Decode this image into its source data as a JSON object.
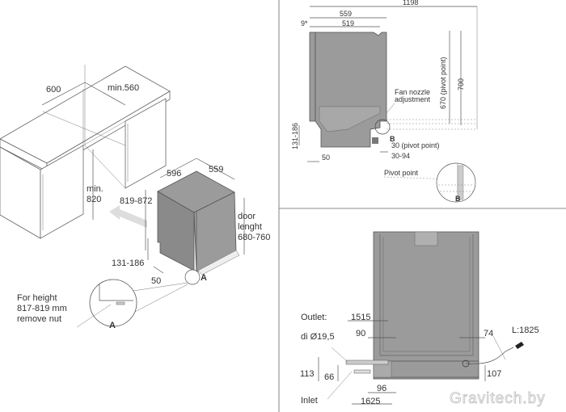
{
  "installation_view": {
    "cabinet_width": "600",
    "cabinet_depth": "min.560",
    "cabinet_height_label": "min.",
    "cabinet_height_value": "820",
    "appliance_width": "596",
    "appliance_depth": "559",
    "appliance_height": "819-872",
    "door_label_1": "door",
    "door_label_2": "lenght",
    "door_range": "680-760",
    "plinth_height": "131-186",
    "plinth_depth": "50",
    "detail_marker": "A",
    "note_line_1": "For height",
    "note_line_2": "817-819 mm",
    "note_line_3": "remove nut",
    "detail_label": "A"
  },
  "side_view": {
    "total_depth": "1198",
    "depth_559": "559",
    "depth_519": "519",
    "offset_9": "9*",
    "height_700": "700",
    "pivot_height": "670 (pivot point)",
    "fan_nozzle_1": "Fan nozzle",
    "fan_nozzle_2": "adjustment",
    "plinth_height": "131-186",
    "plinth_depth": "50",
    "detail_marker": "B",
    "pivot_30": "30 (pivot point)",
    "range_30_94": "30-94",
    "pivot_point": "Pivot point",
    "detail_label": "B"
  },
  "front_view": {
    "outlet_1": "Outlet:",
    "outlet_2": "di Ø19,5",
    "dim_1515": "1515",
    "dim_90": "90",
    "dim_74": "74",
    "cable_length": "L:1825",
    "dim_113": "113",
    "dim_66": "66",
    "dim_107": "107",
    "dim_96": "96",
    "inlet": "Inlet",
    "dim_1625": "1625"
  },
  "watermark": "Gravitech.by"
}
